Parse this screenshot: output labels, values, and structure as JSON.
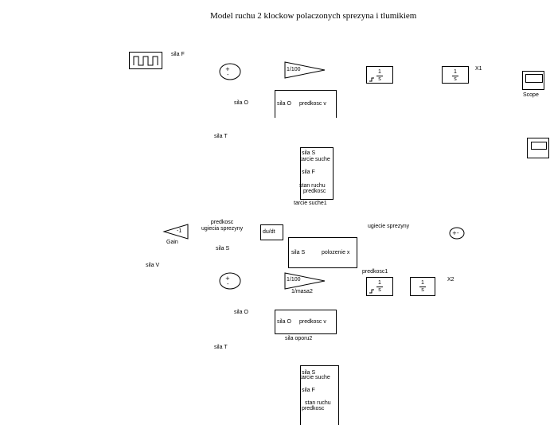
{
  "title": "Model ruchu 2 klockow polaczonych sprezyna i tlumikiem",
  "labels": {
    "sila_f": "sila F",
    "sila_o_1": "sila O",
    "sila_t_1": "sila T",
    "predkosc_ugiecia": "predkosc\nugiecia sprezyny",
    "gain_name": "Gain",
    "sila_s_1": "sila S",
    "sila_v": "sila V",
    "ugiecie_sprezyny": "ugiecie sprezyny",
    "predkosc1": "predkosc1",
    "mass2_name": "1/masa2",
    "sila_o_2": "sila O",
    "sila_t_2": "sila T",
    "x1": "X1",
    "x2": "X2"
  },
  "blocks": {
    "gain1": "1/100",
    "gain2": "1/100",
    "gain_neg": "-1",
    "integ_num": "1",
    "integ_den": "s",
    "deriv": "du/dt",
    "scope": "Scope",
    "opor1": {
      "in": "sila O",
      "out": "predkosc v"
    },
    "tarcie1": {
      "name": "tarcie suche1",
      "ports": [
        "sila S",
        "tarcie suche",
        "sila F",
        "stan ruchu",
        "predkosc"
      ]
    },
    "polozenie": {
      "in": "sila S",
      "out": "polozenie x"
    },
    "opor2": {
      "in": "sila O",
      "out": "predkosc v",
      "name": "sila oporu2"
    },
    "tarcie2": {
      "ports": [
        "sila S",
        "tarcie suche",
        "sila F",
        "stan ruchu",
        "predkosc"
      ]
    }
  }
}
